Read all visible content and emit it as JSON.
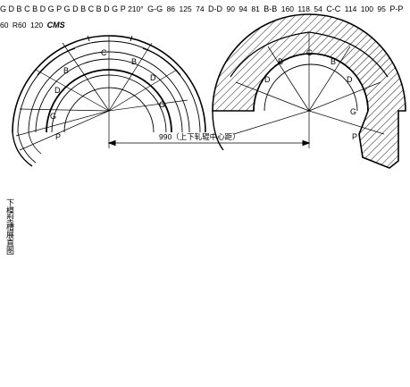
{
  "top_view": {
    "left_labels": {
      "c": "C",
      "b1": "B",
      "b2": "B",
      "d1": "D",
      "d2": "D",
      "g1": "G",
      "g2": "G",
      "p": "P"
    },
    "right_labels": {
      "c": "C",
      "b1": "B",
      "b2": "B",
      "d1": "D",
      "d2": "D",
      "g": "G",
      "p": "P"
    },
    "center_distance": "990（上下轧辊中心距）"
  },
  "developed_view": {
    "vertical_title": "下模型槽展直图",
    "top_ticks": [
      "G",
      "D",
      "B",
      "C",
      "B",
      "D",
      "G",
      "P"
    ],
    "bottom_ticks": [
      "G",
      "D",
      "B",
      "C",
      "B",
      "D",
      "G",
      "P"
    ],
    "angle_label": "210°"
  },
  "sections": [
    {
      "title": "G-G",
      "dims": {
        "top": "86",
        "side": "125",
        "inner": "74"
      }
    },
    {
      "title": "D-D",
      "dims": {
        "top": "90",
        "side": "94",
        "bottom": "81"
      }
    },
    {
      "title": "B-B",
      "dims": {
        "top": "160",
        "side": "118",
        "bottom": "54"
      }
    },
    {
      "title": "C-C",
      "dims": {
        "top": "114",
        "side": "100",
        "bottom": "95"
      }
    },
    {
      "title": "P-P",
      "dims": {
        "top": "60",
        "radius": "R60",
        "side": "120"
      }
    }
  ],
  "watermark": "CMS"
}
